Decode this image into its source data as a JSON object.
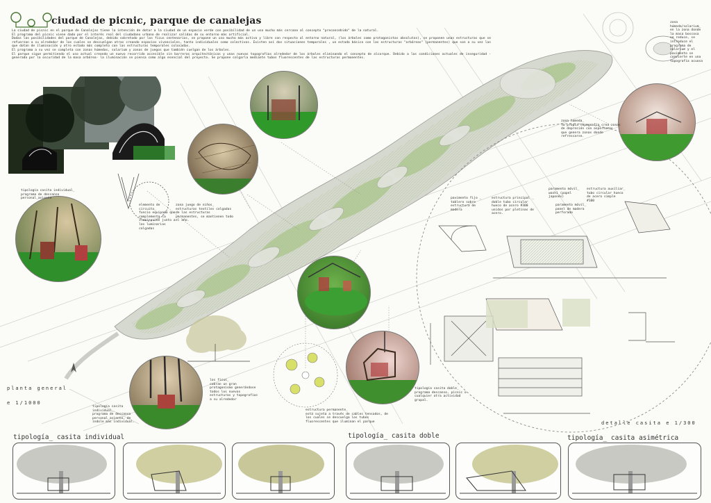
{
  "title": "ciudad de picnic, parque de canalejas",
  "intro": [
    "La ciudad de picnic en el parque de Canalejas tiene la intención de dotar a la ciudad de un espacio verde con posibilidad de un uso mucho más cercano al concepto \"preconcebido\" de la natural.",
    "El programa del picnic viene dado por el interés real del ciudadano urbano de realizar salidas de su entorno más artificial.",
    "Dadas las posibilidades del parque de Canalejas, debido sobretodo por los ficus centenarios, se propone un uso mucho más activo y libre con respecto al entorno natural, (los árboles como protagonistas absolutos), se proponen unas estructuras que se refuerzan a su alrededor de las cuales se descuelgan otras creando espacios vivenciales, tanto individuales como colectivos. Existen así dos situaciones temporales , un estado básico con las estructuras \"arbóreas\" (permanentes) que son a su vez las que dotan de iluminación y otro estado más completo con las estructuras temporales colocadas.",
    "El programa a su vez se completa con zonas húmedas, solarium y zonas de juegos que también cuelgan de los árboles.",
    "El parque sigue permitiendo el uso actual creando un nuevo recorrido accesible sin barreras arquitectónicas y unas nuevas topografías alrededor de los árboles eliminando el concepto de alcorque. Debido a las condiciones actuales de inseguridad -generada por la oscuridad de la masa arbórea- la iluminación se piensa como algo esencial del proyecto. Se propone colgarla mediante tubos fluorescentes de las estructuras permanentes."
  ],
  "annotations": {
    "zona_humeda_solarium": "zona\nhúmeda/solarium_\nen la zona donde\nla masa boscosa\nse reduce, se\nintroduce el\nprograma de\nsolarium y el\npavimento se\nconvierte en una\ntopografía acuosa",
    "zona_humeda": "zona húmeda_\nla propia topografía crea zonas\nde depresión con aspersores\nque genera zonas donde\nrefrescarse.",
    "elemento_circuito": "elemento de\ncircuito_\nfuncio equipada que\ncomplementa la\niluminación junto a\nlas luminarias\ncolgadas",
    "tipologia_individual_top": "tipología casita individual_\nprograma de descanso\npersonal_asiento",
    "zona_juego": "zona juego de niños_\nestructuras textiles colgadas\nde las estructuras\npermanentes, se mantienen todo\nel año.",
    "ficus": "los ficus_\ncobran un gran\nprotagonismo generándose\ntodos los nuevos\nestructuras y topografías\na su alrededor",
    "tipologia_individual_bottom": "tipología casita\nindividual_\nprograma de descanso\npersonal_asiento, de\níndole más individual.",
    "estructura_permanente": "estructura permanente_\nestá sujeta a través de cables tensados, de\nlos cuales se descuelga los tubos\nfluorescentes que iluminan el parque",
    "tipologia_doble": "tipología casita doble_\nprograma descanso, picnic o\ncualquier otra actividad\ngrupal.",
    "pavimento_fijo": "pavimento fijo _\ntablero sobre\nestructura de\nmadera",
    "estructura_principal": "estructura principal _\ndoble tubo circular\nhueco de acero #300\nunidos por pletinas de\nacero.",
    "paramento_movil_tela": "paramento móvil_\nwashi (papel\njaponés)",
    "paramento_movil_madera": "paramento móvil_\npanel de madera\nperforado",
    "estructura_auxiliar": "estructura auxiliar_\ntubo circular hueco\nde acero simple\n#100"
  },
  "plan_label": "planta general",
  "plan_scale": "e 1/1000",
  "detail_label": "detalle casita e 1/300",
  "sections": {
    "individual": "tipología_ casita individual",
    "doble": "tipología_ casita doble",
    "asimetrica": "tipología_ casita asimétrica"
  },
  "colors": {
    "plan_green": "#9dbf7a",
    "plan_gray": "#cfd2c8",
    "render_green": "#3f8f2e",
    "render_red": "#b0403f",
    "tree_olive": "#c7c79a",
    "tree_gray": "#c9c9c4"
  },
  "icons": [
    "logo-circles-icon",
    "north-arrow-icon"
  ]
}
